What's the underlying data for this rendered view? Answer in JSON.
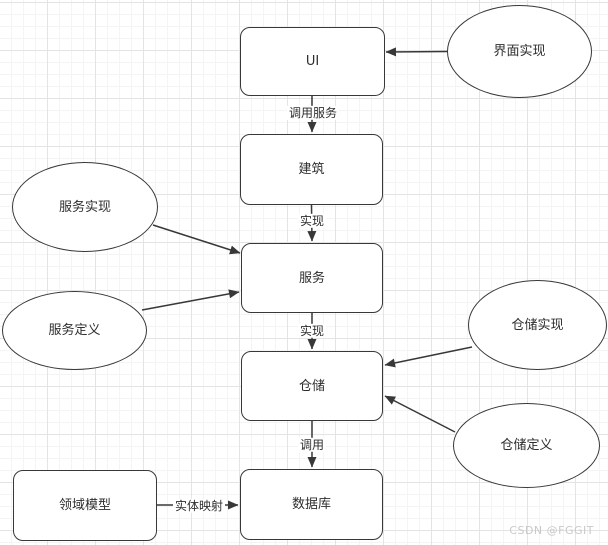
{
  "nodes": {
    "ui": {
      "label": "UI",
      "shape": "rounded-rect"
    },
    "architecture": {
      "label": "建筑",
      "shape": "rounded-rect"
    },
    "service": {
      "label": "服务",
      "shape": "rounded-rect"
    },
    "repository": {
      "label": "仓储",
      "shape": "rounded-rect"
    },
    "database": {
      "label": "数据库",
      "shape": "rounded-rect"
    },
    "domain_model": {
      "label": "领域模型",
      "shape": "rounded-rect"
    },
    "ui_impl": {
      "label": "界面实现",
      "shape": "ellipse"
    },
    "service_impl": {
      "label": "服务实现",
      "shape": "ellipse"
    },
    "service_def": {
      "label": "服务定义",
      "shape": "ellipse"
    },
    "repo_impl": {
      "label": "仓储实现",
      "shape": "ellipse"
    },
    "repo_def": {
      "label": "仓储定义",
      "shape": "ellipse"
    }
  },
  "edges": [
    {
      "from": "ui_impl",
      "to": "ui",
      "label": ""
    },
    {
      "from": "ui",
      "to": "architecture",
      "label": "调用服务"
    },
    {
      "from": "architecture",
      "to": "service",
      "label": "实现"
    },
    {
      "from": "service_impl",
      "to": "service",
      "label": ""
    },
    {
      "from": "service_def",
      "to": "service",
      "label": ""
    },
    {
      "from": "service",
      "to": "repository",
      "label": "实现"
    },
    {
      "from": "repo_impl",
      "to": "repository",
      "label": ""
    },
    {
      "from": "repo_def",
      "to": "repository",
      "label": ""
    },
    {
      "from": "repository",
      "to": "database",
      "label": "调用"
    },
    {
      "from": "domain_model",
      "to": "database",
      "label": "实体映射"
    }
  ],
  "watermark": "CSDN @FGGIT",
  "colors": {
    "stroke": "#383838",
    "node_fill": "#ffffff",
    "grid_minor": "#f4f4f4",
    "grid_major": "#e4e4e4",
    "watermark": "#c9c9c9"
  }
}
